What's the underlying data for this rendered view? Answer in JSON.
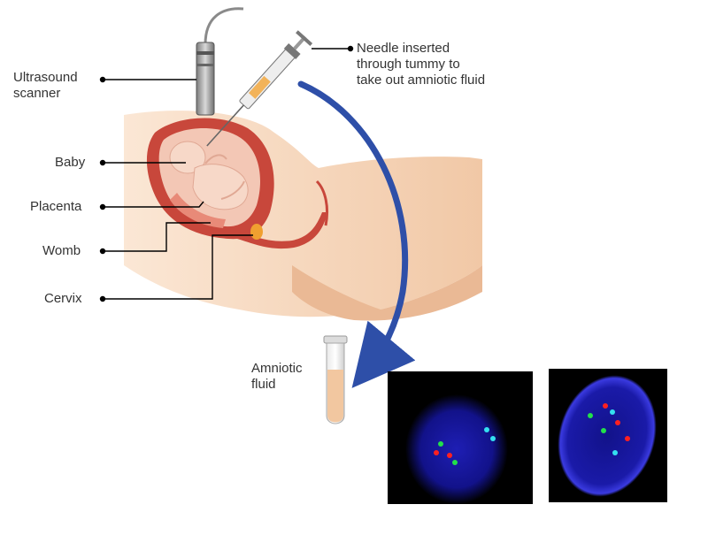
{
  "labels": {
    "ultrasound": "Ultrasound\nscanner",
    "baby": "Baby",
    "placenta": "Placenta",
    "womb": "Womb",
    "cervix": "Cervix",
    "needle": "Needle inserted\nthrough tummy to\ntake out amniotic fluid",
    "amniotic_fluid": "Amniotic\nfluid"
  },
  "colors": {
    "arrow": "#2e4fa8",
    "skin_light": "#f6d7bd",
    "skin_mid": "#eebf9a",
    "uterus_wall": "#c8473b",
    "amniotic": "#f3c7b5",
    "placenta": "#e88a78",
    "cervix_plug": "#f0a030",
    "fluid": "#f2c7a0",
    "nucleus_blue": "#1a1aa0",
    "probe_red": "#ff2020",
    "probe_green": "#22e04a",
    "probe_aqua": "#34e0f0"
  },
  "icons": {
    "scanner": "ultrasound-probe-icon",
    "syringe": "syringe-icon",
    "tube": "test-tube-icon"
  }
}
